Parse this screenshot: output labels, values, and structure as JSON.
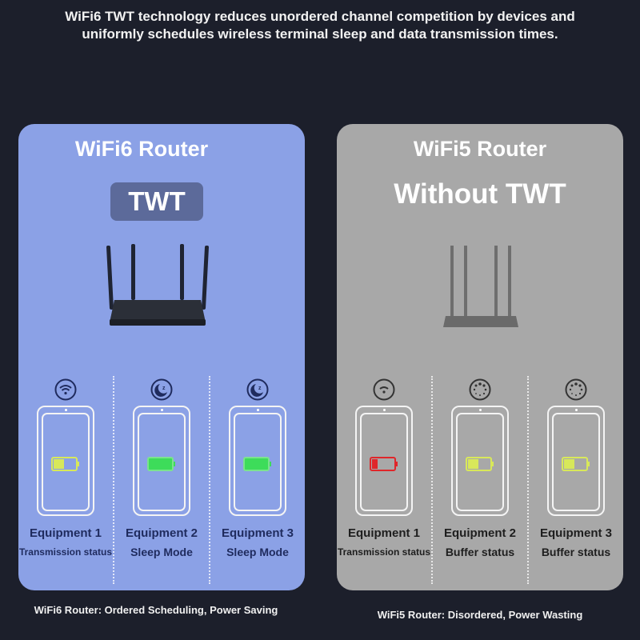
{
  "headline": "WiFi6 TWT technology reduces unordered channel competition by devices and uniformly schedules wireless terminal sleep and data transmission times.",
  "left_card": {
    "title": "WiFi6 Router",
    "badge": "TWT",
    "background": "#8ba1e6",
    "devices": [
      {
        "name": "Equipment 1",
        "status": "Transmission status",
        "icon": "wifi-icon",
        "battery_level": "half",
        "battery_color": "#d8e85a"
      },
      {
        "name": "Equipment 2",
        "status": "Sleep Mode",
        "icon": "sleep-moon-icon",
        "battery_level": "full",
        "battery_color": "#3ddc5a"
      },
      {
        "name": "Equipment 3",
        "status": "Sleep Mode",
        "icon": "sleep-moon-icon",
        "battery_level": "full",
        "battery_color": "#3ddc5a"
      }
    ],
    "caption": "WiFi6 Router: Ordered Scheduling, Power Saving"
  },
  "right_card": {
    "title": "WiFi5 Router",
    "badge": "Without TWT",
    "background": "#a8a8a8",
    "devices": [
      {
        "name": "Equipment 1",
        "status": "Transmission status",
        "icon": "wifi-icon",
        "battery_level": "low",
        "battery_color": "#e0262a"
      },
      {
        "name": "Equipment 2",
        "status": "Buffer status",
        "icon": "buffering-icon",
        "battery_level": "half",
        "battery_color": "#d8e85a"
      },
      {
        "name": "Equipment 3",
        "status": "Buffer status",
        "icon": "buffering-icon",
        "battery_level": "half",
        "battery_color": "#d8e85a"
      }
    ],
    "caption": "WiFi5 Router: Disordered, Power Wasting"
  }
}
